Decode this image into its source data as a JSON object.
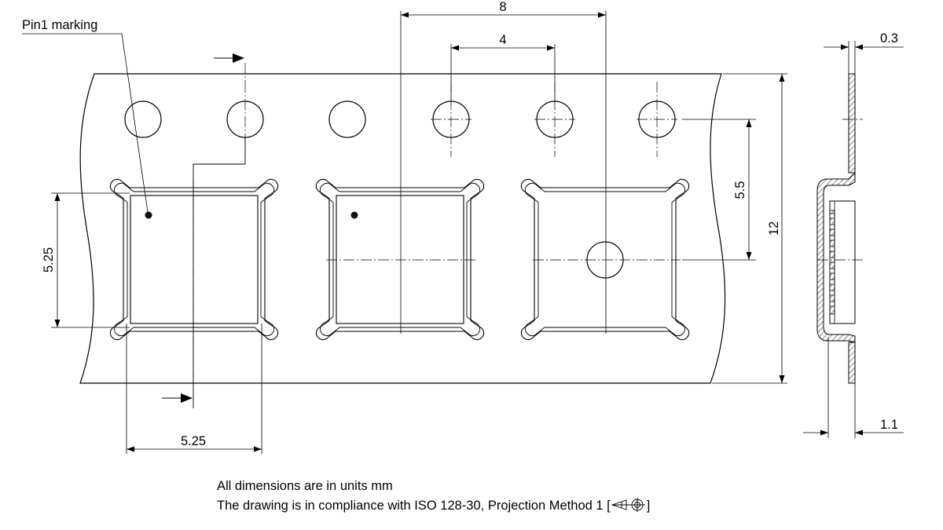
{
  "labels": {
    "pin1_marking": "Pin1 marking"
  },
  "dimensions": {
    "pitch_pocket": "8",
    "pitch_sprocket": "4",
    "hole_to_pocket": "5.5",
    "tape_width": "12",
    "pocket_height": "5.25",
    "pocket_width": "5.25",
    "tape_thickness": "0.3",
    "pocket_depth": "1.1"
  },
  "notes": {
    "units": "All dimensions are in units mm",
    "compliance_prefix": "The drawing is in compliance with ISO 128-30, Projection Method 1 [",
    "compliance_suffix": "]"
  },
  "icons": [
    "projection-method-1-icon"
  ]
}
